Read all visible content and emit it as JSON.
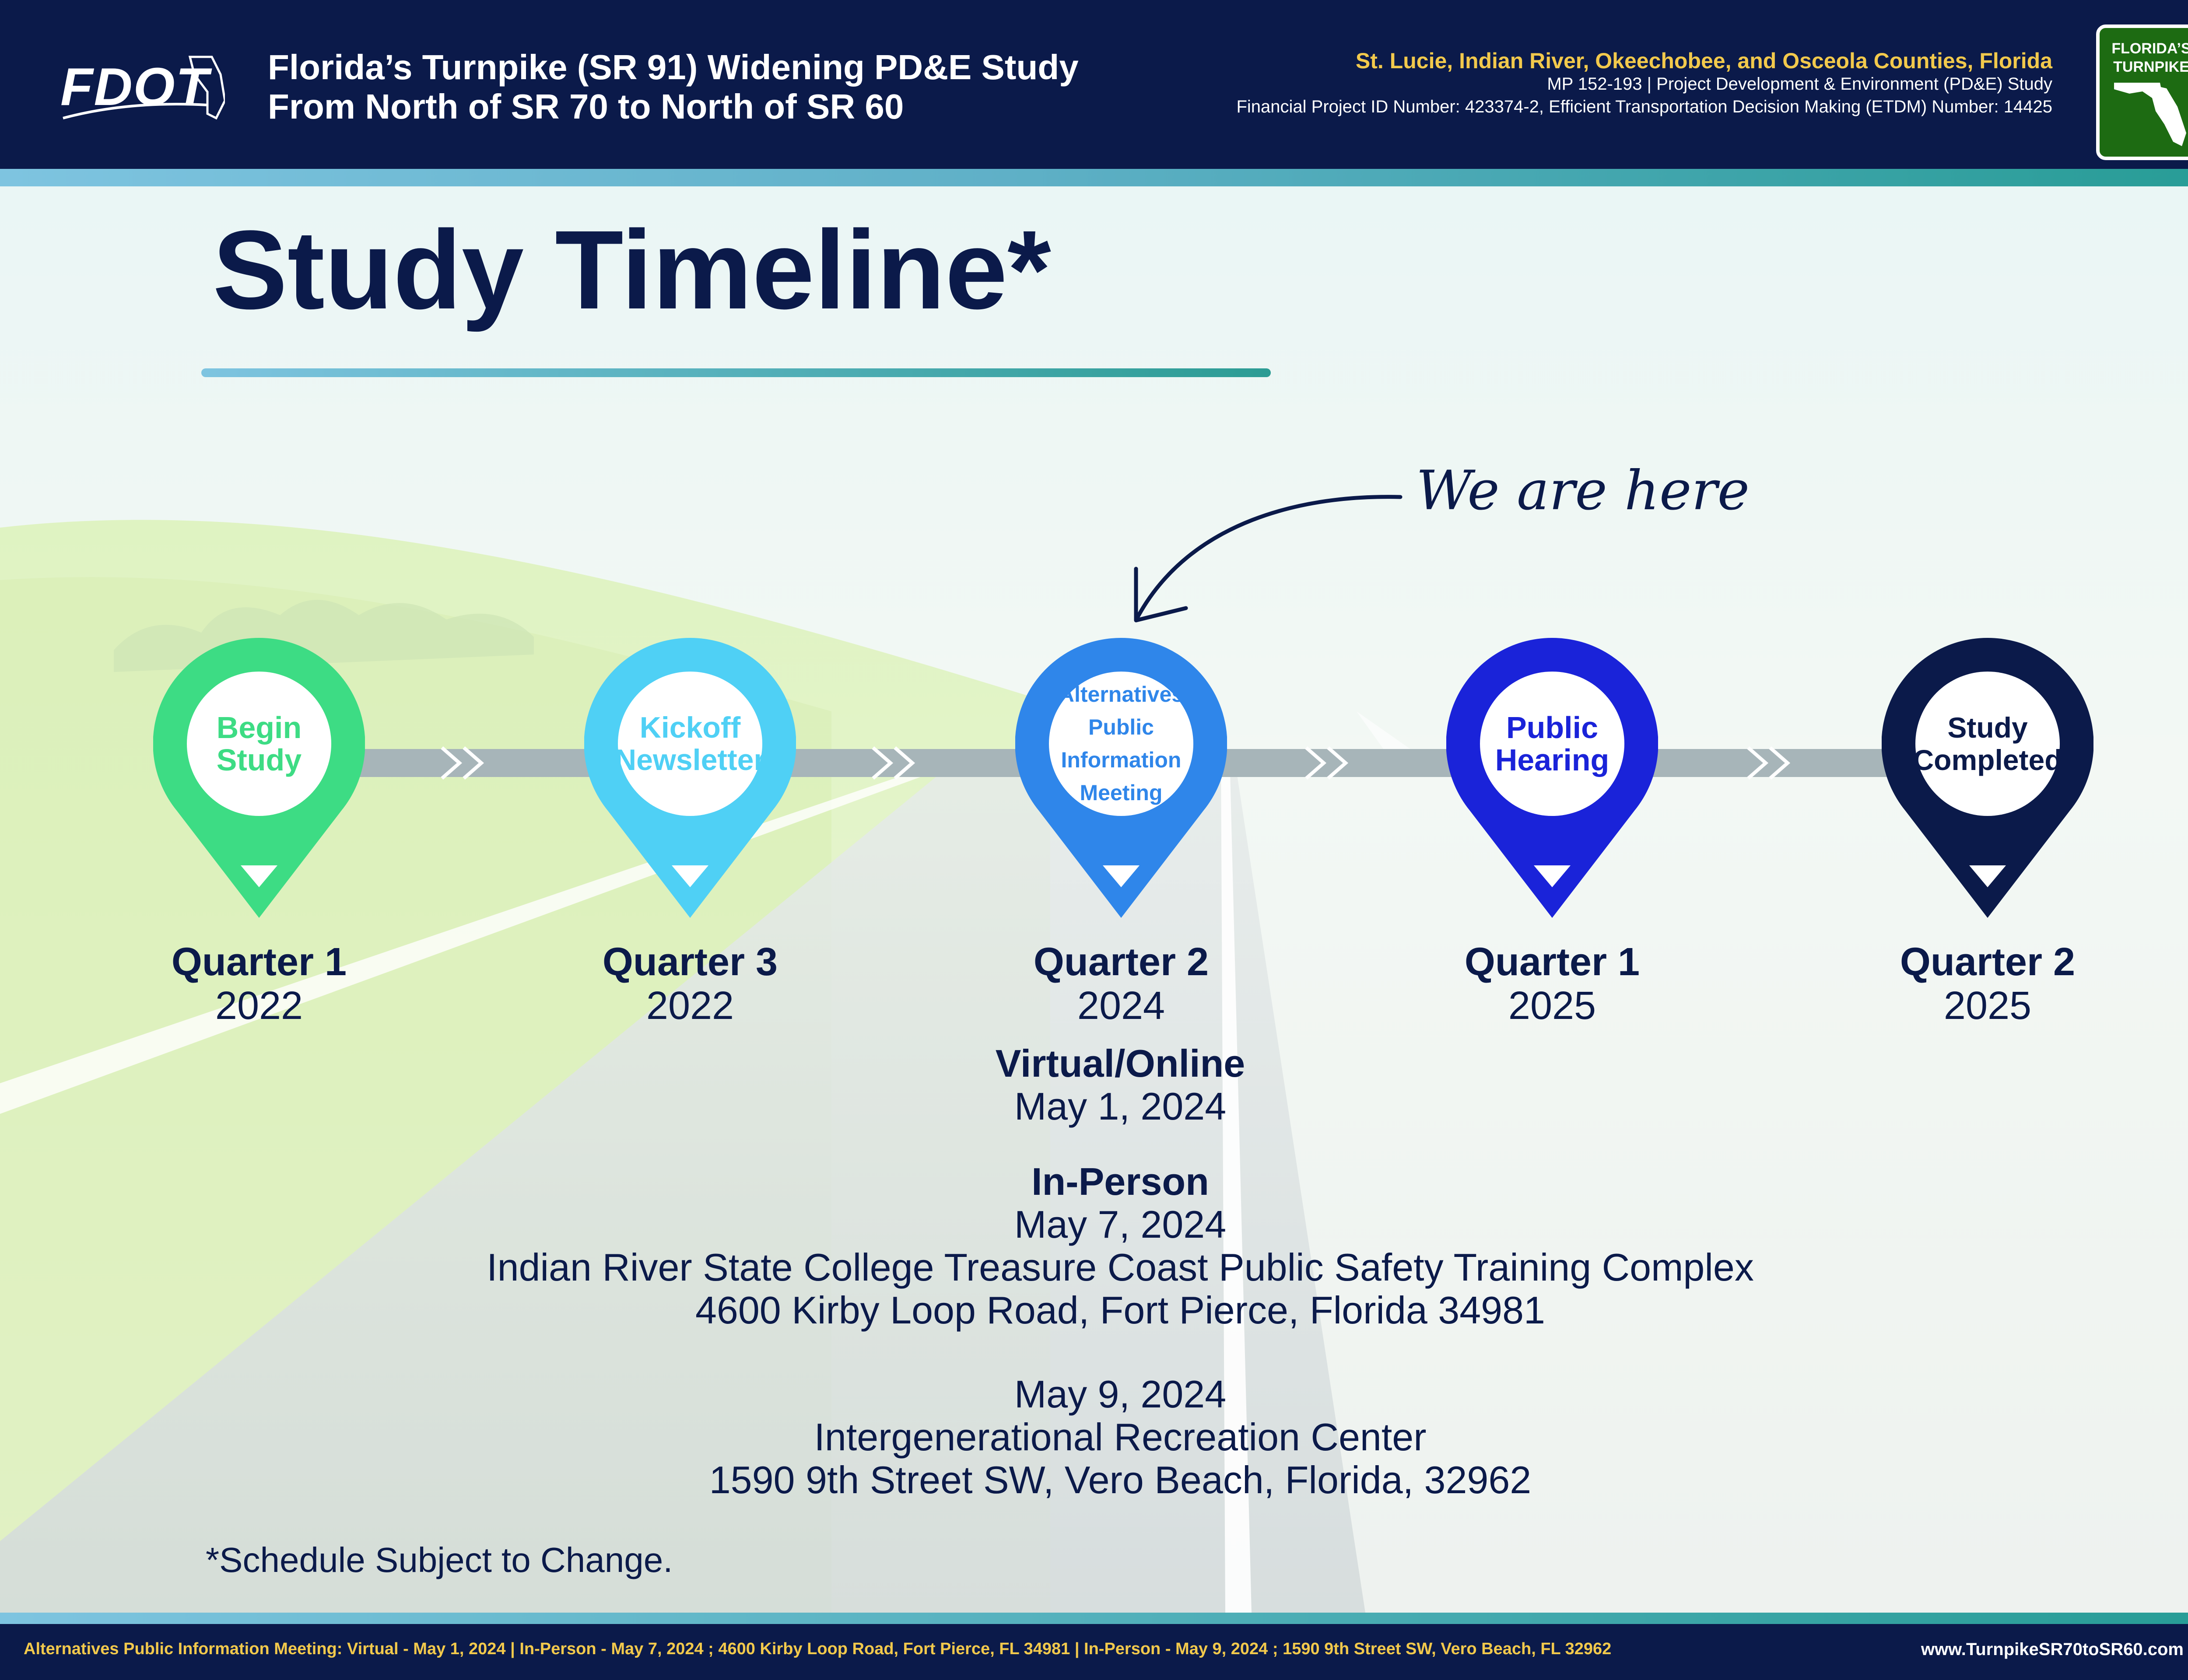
{
  "header": {
    "logo_text": "FDOT",
    "title_line1": "Florida’s Turnpike (SR 91) Widening PD&E Study",
    "title_line2": "From North of SR 70 to North of SR 60",
    "counties": "St. Lucie, Indian River, Okeechobee, and Osceola Counties, Florida",
    "mp_line": "MP 152-193 | Project Development & Environment (PD&E) Study",
    "project_ids": "Financial Project ID Number: 423374-2, Efficient Transportation Decision Making (ETDM) Number: 14425",
    "turnpike_logo_line1": "FLORIDA’S",
    "turnpike_logo_line2": "TURNPIKE"
  },
  "page_title": "Study Timeline*",
  "callout": "We are here",
  "colors": {
    "navy": "#0b1a4a",
    "begin": "#3ddc84",
    "kickoff": "#4fd0f5",
    "alternatives": "#2f86ea",
    "hearing": "#1a23d9",
    "completed": "#0b1a4a",
    "accent_yellow": "#f2c94c"
  },
  "milestones": [
    {
      "label_lines": [
        "Begin",
        "Study"
      ],
      "quarter": "Quarter 1",
      "year": "2022"
    },
    {
      "label_lines": [
        "Kickoff",
        "Newsletter"
      ],
      "quarter": "Quarter 3",
      "year": "2022"
    },
    {
      "label_lines": [
        "Alternatives",
        "Public",
        "Information",
        "Meeting"
      ],
      "quarter": "Quarter 2",
      "year": "2024"
    },
    {
      "label_lines": [
        "Public",
        "Hearing"
      ],
      "quarter": "Quarter 1",
      "year": "2025"
    },
    {
      "label_lines": [
        "Study",
        "Completed"
      ],
      "quarter": "Quarter 2",
      "year": "2025"
    }
  ],
  "meeting_details": {
    "virtual_heading": "Virtual/Online",
    "virtual_date": "May 1, 2024",
    "inperson_heading": "In-Person",
    "inperson1_date": "May 7, 2024",
    "inperson1_venue": "Indian River State College Treasure Coast Public Safety Training Complex",
    "inperson1_address": "4600 Kirby Loop Road, Fort Pierce, Florida 34981",
    "inperson2_date": "May 9, 2024",
    "inperson2_venue": "Intergenerational Recreation Center",
    "inperson2_address": "1590 9th Street SW, Vero Beach, Florida, 32962"
  },
  "footnote": "*Schedule Subject to Change.",
  "footer": {
    "text": "Alternatives Public Information Meeting: Virtual - May 1, 2024  | In-Person - May 7, 2024 ; 4600 Kirby Loop Road, Fort Pierce, FL 34981 |  In-Person - May 9, 2024 ; 1590 9th Street SW, Vero Beach, FL 32962",
    "url": "www.TurnpikeSR70toSR60.com"
  }
}
